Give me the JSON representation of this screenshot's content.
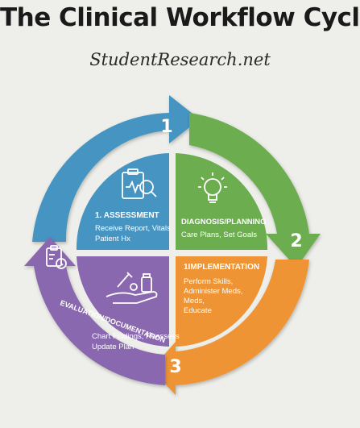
{
  "title": "The Clinical Workflow Cycle",
  "subtitle": "StudentResearch.net",
  "colors": {
    "blue": "#4594c2",
    "green": "#6cad4f",
    "orange": "#ee9434",
    "purple": "#8a68b0",
    "background": "#eeeeea"
  },
  "arrows": {
    "step1": "1",
    "step2": "2",
    "step3": "3"
  },
  "quadrants": {
    "assessment": {
      "title": "1. ASSESSMENT",
      "line1": "Receive Report, Vitals",
      "line2": "Patient Hx",
      "icon": "clipboard-chart-icon"
    },
    "diagnosis": {
      "title": "DIAGNOSIS/PLANNING",
      "line1": "Care Plans, Set Goals",
      "icon": "lightbulb-icon"
    },
    "implementation": {
      "title": "1IMPLEMENTATION",
      "line1": "Perform Skills,",
      "line2": "Administer Meds,",
      "line3": "Meds,",
      "line4": "Educate",
      "icon": "none"
    },
    "evaluation": {
      "title": "EVALUATION/DOCUMENTATION",
      "line1": "Chart Findings, Reassess",
      "line2": "Update Plan",
      "icon": "medication-hand-icon"
    }
  },
  "purple_arrow_icon": "clipboard-clock-icon"
}
